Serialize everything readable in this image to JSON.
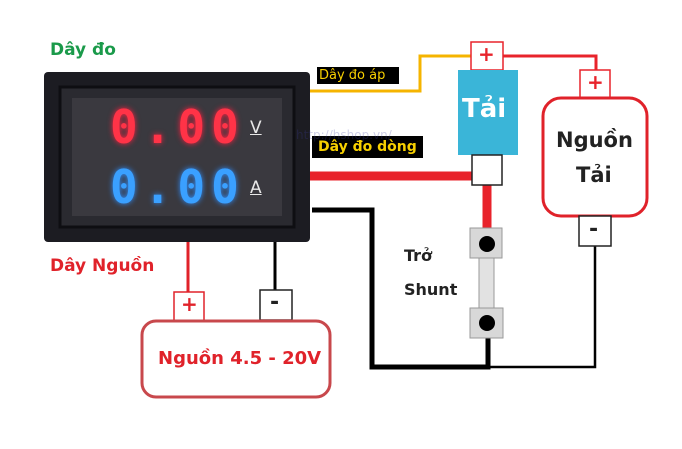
{
  "labels": {
    "measure_wire": "Dây đo",
    "power_wire": "Dây Nguồn",
    "voltage_wire": "Dây đo áp",
    "current_wire": "Dây đo dòng",
    "load": "Tải",
    "load_source_line1": "Nguồn",
    "load_source_line2": "Tải",
    "shunt_line1": "Trở",
    "shunt_line2": "Shunt",
    "power_supply": "Nguồn 4.5 - 20V",
    "watermark": "http://hshop.vn/"
  },
  "meter": {
    "voltage_reading": "0.00",
    "voltage_unit": "V",
    "current_reading": "0.00",
    "current_unit": "A"
  },
  "terminals": {
    "plus": "+",
    "minus": "-"
  },
  "colors": {
    "label_green": "#1a9a4a",
    "label_red": "#e0222a",
    "wire_red": "#e8232b",
    "wire_yellow": "#f5b400",
    "wire_black": "#000000",
    "load_blue": "#3ab5d8",
    "voltage_digits": "#ff3347",
    "current_digits": "#2f8fff",
    "tag_text_yellow": "#f7d000"
  }
}
